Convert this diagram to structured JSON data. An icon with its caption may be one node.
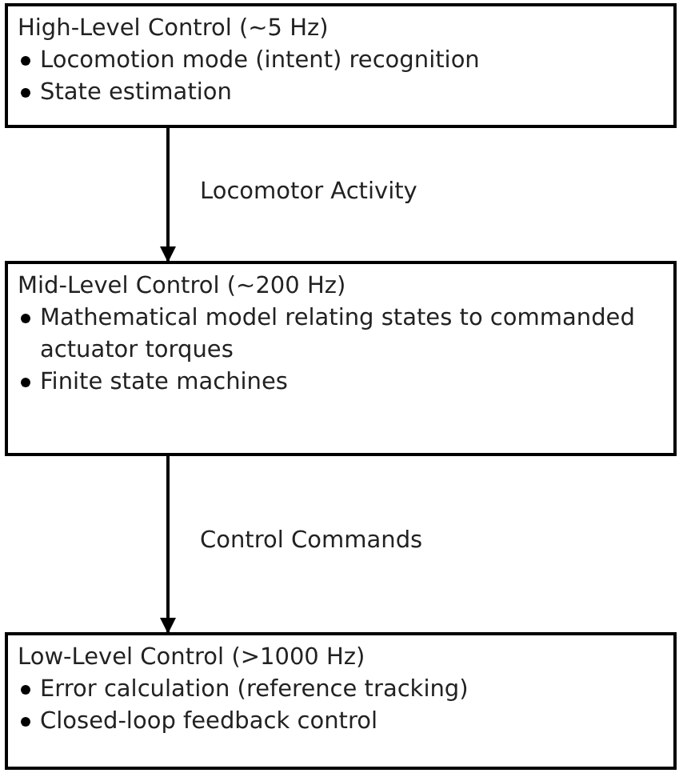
{
  "diagram": {
    "nodes": [
      {
        "text": [
          "High-Level Control (~5 Hz)",
          "Locomotion mode (intent) recognition",
          "State estimation"
        ]
      },
      {
        "text": [
          "Mid-Level Control (~200 Hz)",
          "Mathematical model relating states to commanded actuator torques",
          "Finite state machines"
        ]
      },
      {
        "text": [
          "Low-Level Control (>1000 Hz)",
          "Error calculation (reference tracking)",
          "Closed-loop feedback control"
        ]
      }
    ],
    "edges": [
      {
        "from": 0,
        "to": 1,
        "arrow": "to",
        "label": "Locomotor Activity"
      },
      {
        "from": 1,
        "to": 2,
        "arrow": "to",
        "label": "Control Commands"
      }
    ]
  }
}
